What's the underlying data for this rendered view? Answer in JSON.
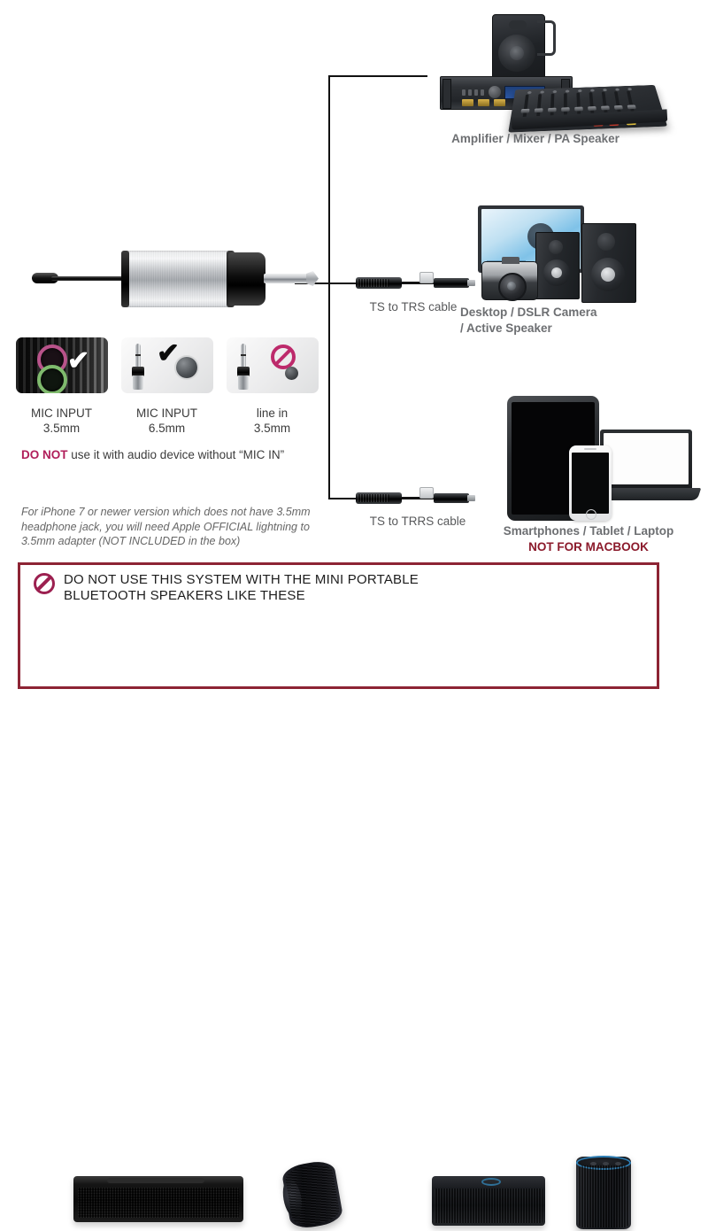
{
  "product": {
    "receiver_name": "wireless-microphone-receiver",
    "plug_type": "6.5mm TS plug",
    "antenna": "antenna"
  },
  "connector_tree": {
    "branches": [
      "amplifier-branch",
      "desktop-branch",
      "smartphone-branch"
    ]
  },
  "devices": {
    "top": {
      "label": "Amplifier / Mixer / PA Speaker",
      "items": [
        "rack-amplifier",
        "pa-speaker",
        "mixing-console"
      ]
    },
    "middle": {
      "cable_label": "TS to TRS cable",
      "label_line1": "Desktop / DSLR Camera",
      "label_line2": "/ Active Speaker",
      "items": [
        "monitor",
        "dslr-camera",
        "bookshelf-speakers"
      ]
    },
    "bottom": {
      "cable_label": "TS to TRRS cable",
      "label": "Smartphones / Tablet / Laptop",
      "warning": "NOT FOR MACBOOK",
      "items": [
        "tablet",
        "smartphone",
        "laptop"
      ]
    }
  },
  "jack_panels": [
    {
      "title_line1": "MIC INPUT",
      "title_line2": "3.5mm",
      "mark": "check-white",
      "style": "dark"
    },
    {
      "title_line1": "MIC INPUT",
      "title_line2": "6.5mm",
      "mark": "check-black",
      "style": "light"
    },
    {
      "title_line1": "line in",
      "title_line2": "3.5mm",
      "mark": "prohibited",
      "style": "light"
    }
  ],
  "notices": {
    "do_not_prefix": "DO NOT",
    "do_not_rest": " use it with audio device without ",
    "do_not_quote": "“MIC IN”",
    "iphone_note": "For iPhone 7 or newer version which does not have 3.5mm headphone jack, you will need Apple OFFICIAL lightning to 3.5mm adapter (NOT INCLUDED in the box)"
  },
  "warning_box": {
    "line1": "DO NOT USE THIS SYSTEM WITH THE MINI PORTABLE",
    "line2": "BLUETOOTH SPEAKERS LIKE THESE",
    "icon": "prohibition-icon",
    "speakers": [
      "bose-soundlink-mini",
      "jbl-charge",
      "mini-bluetooth-speaker",
      "amazon-echo"
    ]
  },
  "colors": {
    "warning_border": "#8d2434",
    "warning_accent": "#9c2050",
    "do_not_text": "#b01e5a",
    "not_for_macbook": "#8b1a2b",
    "label_gray": "#6d6f72",
    "mic_jack_pink": "#b8538a",
    "line_jack_green": "#7fba6d"
  }
}
